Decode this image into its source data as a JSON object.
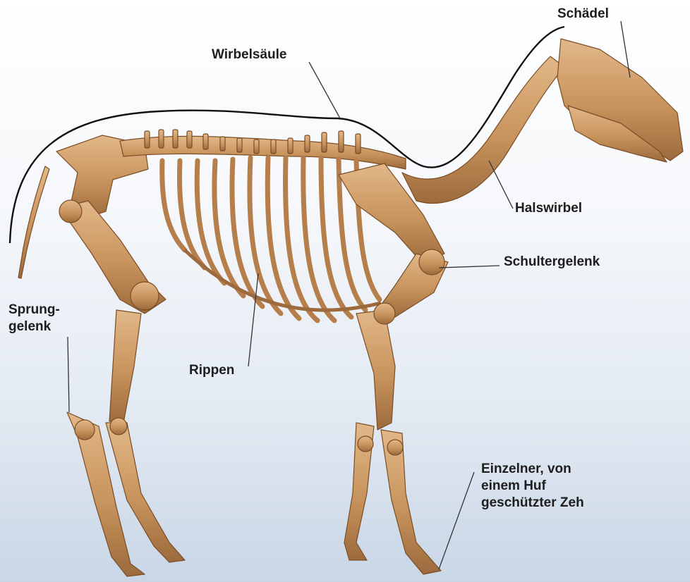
{
  "labels": {
    "skull": "Schädel",
    "spine": "Wirbelsäule",
    "neck_vertebrae": "Halswirbel",
    "shoulder_joint": "Schultergelenk",
    "hock": {
      "line1": "Sprung-",
      "line2": "gelenk"
    },
    "ribs": "Rippen",
    "toe": {
      "line1": "Einzelner, von",
      "line2": "einem Huf",
      "line3": "geschützter Zeh"
    }
  },
  "colors": {
    "bone": "#c8935c",
    "bone_shadow": "#8a5a30",
    "bone_highlight": "#e2b889",
    "background_top": "#ffffff",
    "background_bottom": "#c9d6e6",
    "spine_curve": "#111111",
    "leader_line": "#333333"
  }
}
